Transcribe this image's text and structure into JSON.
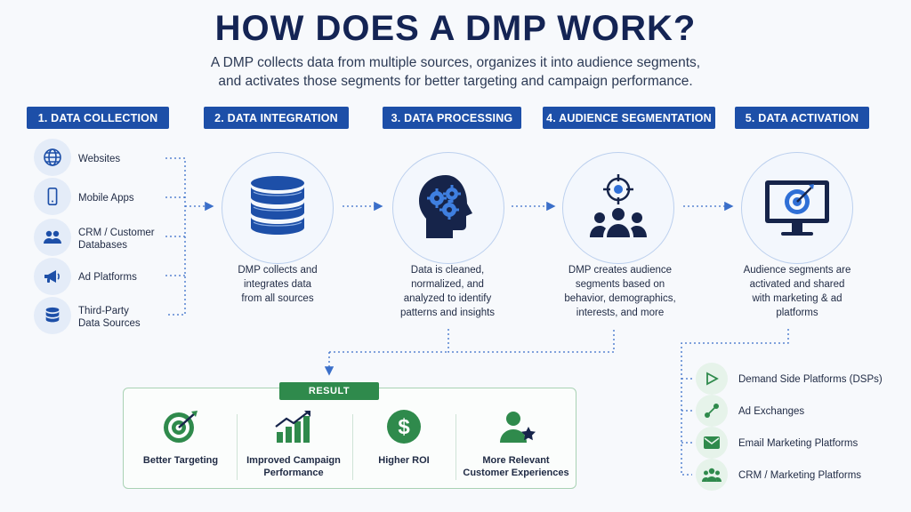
{
  "header": {
    "title": "HOW DOES A DMP WORK?",
    "subtitle_line1": "A DMP collects data from multiple sources, organizes it into audience segments,",
    "subtitle_line2": "and activates those segments for better targeting and campaign performance."
  },
  "steps": [
    {
      "label": "1. DATA COLLECTION"
    },
    {
      "label": "2. DATA INTEGRATION",
      "desc": [
        "DMP collects and",
        "integrates data",
        "from all sources"
      ]
    },
    {
      "label": "3. DATA PROCESSING",
      "desc": [
        "Data is cleaned,",
        "normalized, and",
        "analyzed to identify",
        "patterns and insights"
      ]
    },
    {
      "label": "4. AUDIENCE SEGMENTATION",
      "desc": [
        "DMP creates audience",
        "segments based on",
        "behavior, demographics,",
        "interests, and more"
      ]
    },
    {
      "label": "5. DATA ACTIVATION",
      "desc": [
        "Audience segments are",
        "activated and shared",
        "with marketing & ad",
        "platforms"
      ]
    }
  ],
  "sources": [
    {
      "icon": "globe-icon",
      "line1": "Websites",
      "line2": ""
    },
    {
      "icon": "mobile-phone-icon",
      "line1": "Mobile Apps",
      "line2": ""
    },
    {
      "icon": "people-icon",
      "line1": "CRM / Customer",
      "line2": "Databases"
    },
    {
      "icon": "megaphone-icon",
      "line1": "Ad Platforms",
      "line2": ""
    },
    {
      "icon": "database-icon",
      "line1": "Third-Party",
      "line2": "Data Sources"
    }
  ],
  "result": {
    "badge": "RESULT",
    "items": [
      {
        "icon": "target-icon",
        "line1": "Better Targeting",
        "line2": ""
      },
      {
        "icon": "growth-chart-icon",
        "line1": "Improved Campaign",
        "line2": "Performance"
      },
      {
        "icon": "dollar-icon",
        "line1": "Higher ROI",
        "line2": ""
      },
      {
        "icon": "user-star-icon",
        "line1": "More Relevant",
        "line2": "Customer Experiences"
      }
    ]
  },
  "activation_targets": [
    {
      "icon": "play-icon",
      "label": "Demand Side Platforms (DSPs)"
    },
    {
      "icon": "exchange-icon",
      "label": "Ad Exchanges"
    },
    {
      "icon": "mail-icon",
      "label": "Email Marketing Platforms"
    },
    {
      "icon": "people-icon",
      "label": "CRM / Marketing Platforms"
    }
  ],
  "colors": {
    "title": "#142454",
    "step_bg": "#1d4fa8",
    "icon_blue": "#1d4fa8",
    "result_green": "#2f8a4c",
    "arrow": "#3b6fc9"
  }
}
